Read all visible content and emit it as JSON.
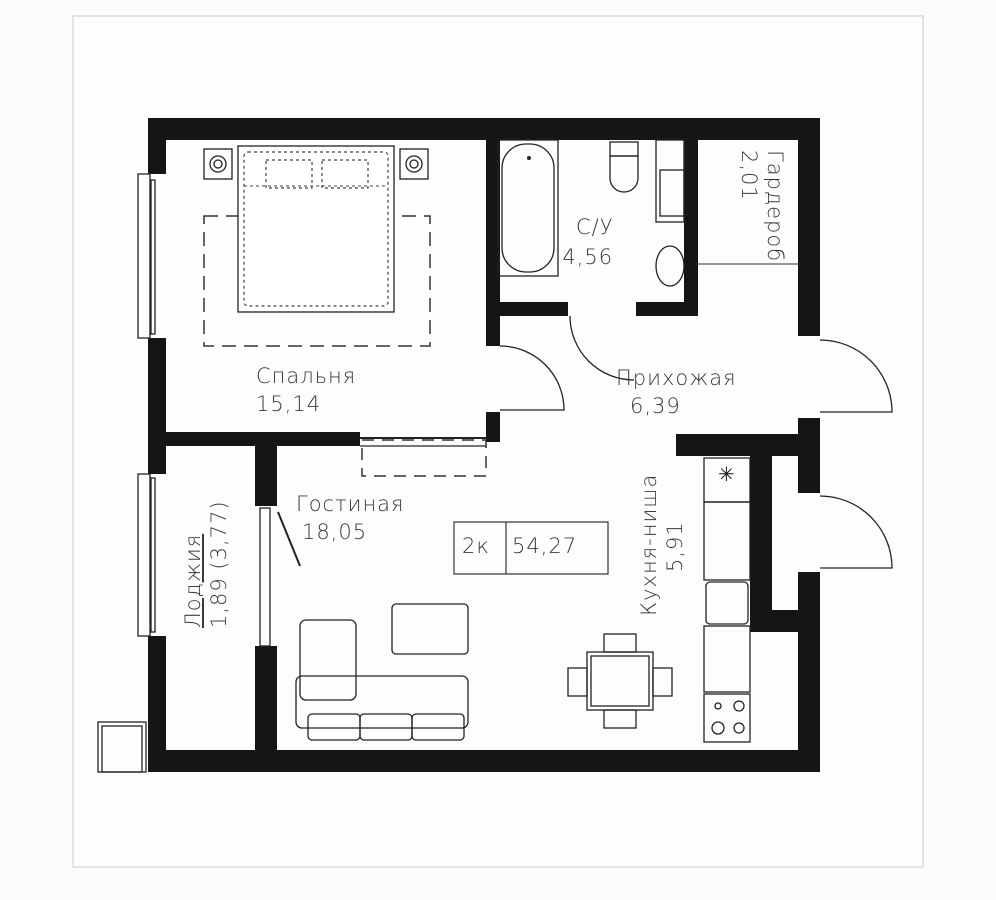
{
  "plan": {
    "title_type": "2к",
    "total_area": "54,27",
    "rooms": [
      {
        "name": "Спальня",
        "area": "15,14"
      },
      {
        "name": "С/У",
        "area": "4,56"
      },
      {
        "name": "Гардероб",
        "area": "2,01"
      },
      {
        "name": "Прихожая",
        "area": "6,39"
      },
      {
        "name": "Гостиная",
        "area": "18,05"
      },
      {
        "name": "Кухня-ниша",
        "area": "5,91"
      },
      {
        "name": "Лоджия",
        "area": "1,89 (3,77)"
      }
    ]
  },
  "colors": {
    "wall": "#151515",
    "background": "#fdfdfd",
    "frame": "#e3e3e3",
    "text": "#3a3a3a"
  }
}
